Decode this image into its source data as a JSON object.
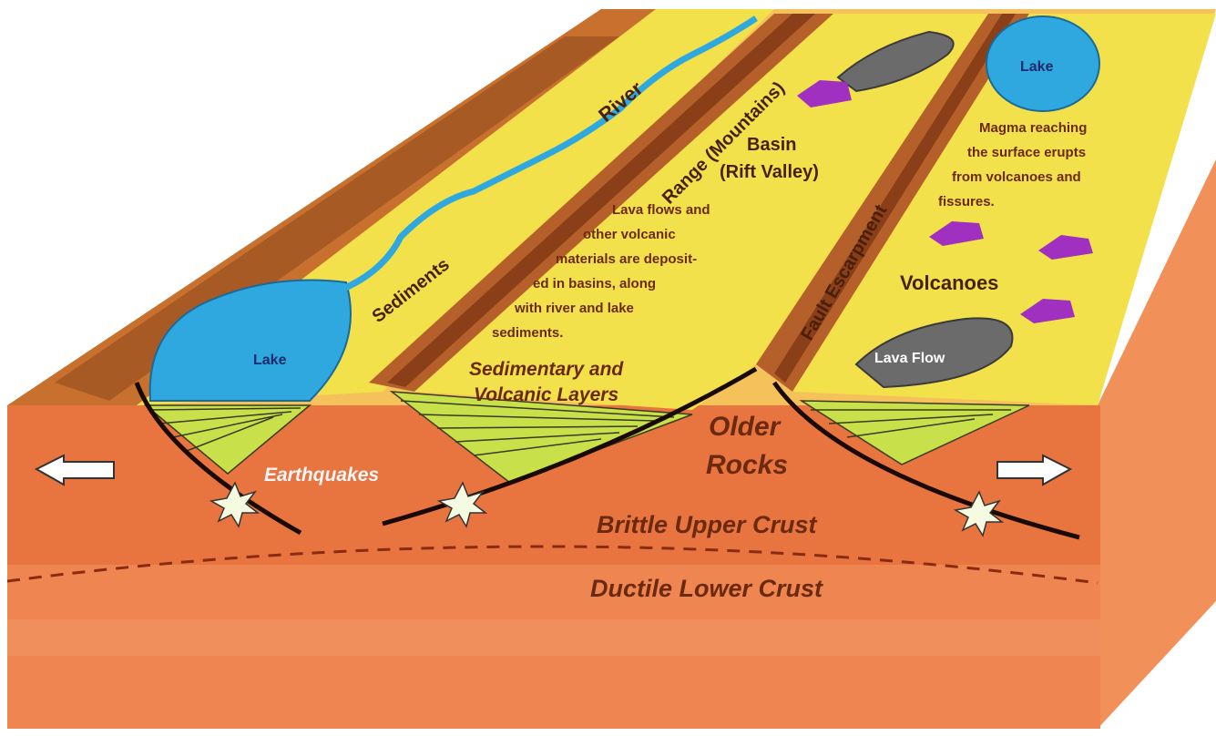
{
  "labels": {
    "river": "River",
    "sediments": "Sediments",
    "lake_left": "Lake",
    "range": "Range (Mountains)",
    "basin_line1": "Basin",
    "basin_line2": "(Rift Valley)",
    "lava_text": [
      "Lava flows and",
      "other volcanic",
      "materials are deposit-",
      "ed in basins, along",
      "with river and lake",
      "sediments."
    ],
    "sed_volc_line1": "Sedimentary and",
    "sed_volc_line2": "Volcanic Layers",
    "fault_escarpment": "Fault Escarpment",
    "lake_right": "Lake",
    "magma_text": [
      "Magma reaching",
      "the surface erupts",
      "from volcanoes and",
      "fissures."
    ],
    "volcanoes": "Volcanoes",
    "lava_flow": "Lava Flow",
    "older_rocks_line1": "Older",
    "older_rocks_line2": "Rocks",
    "earthquakes": "Earthquakes",
    "brittle": "Brittle Upper Crust",
    "ductile": "Ductile Lower Crust"
  },
  "colors": {
    "crust": "#e8743f",
    "crust_light": "#f08a52",
    "basin_fill": "#f2e14a",
    "range_brown": "#b5602a",
    "lake": "#2fa8e0",
    "lava": "#6b6b6b",
    "volcano": "#a030c0"
  }
}
